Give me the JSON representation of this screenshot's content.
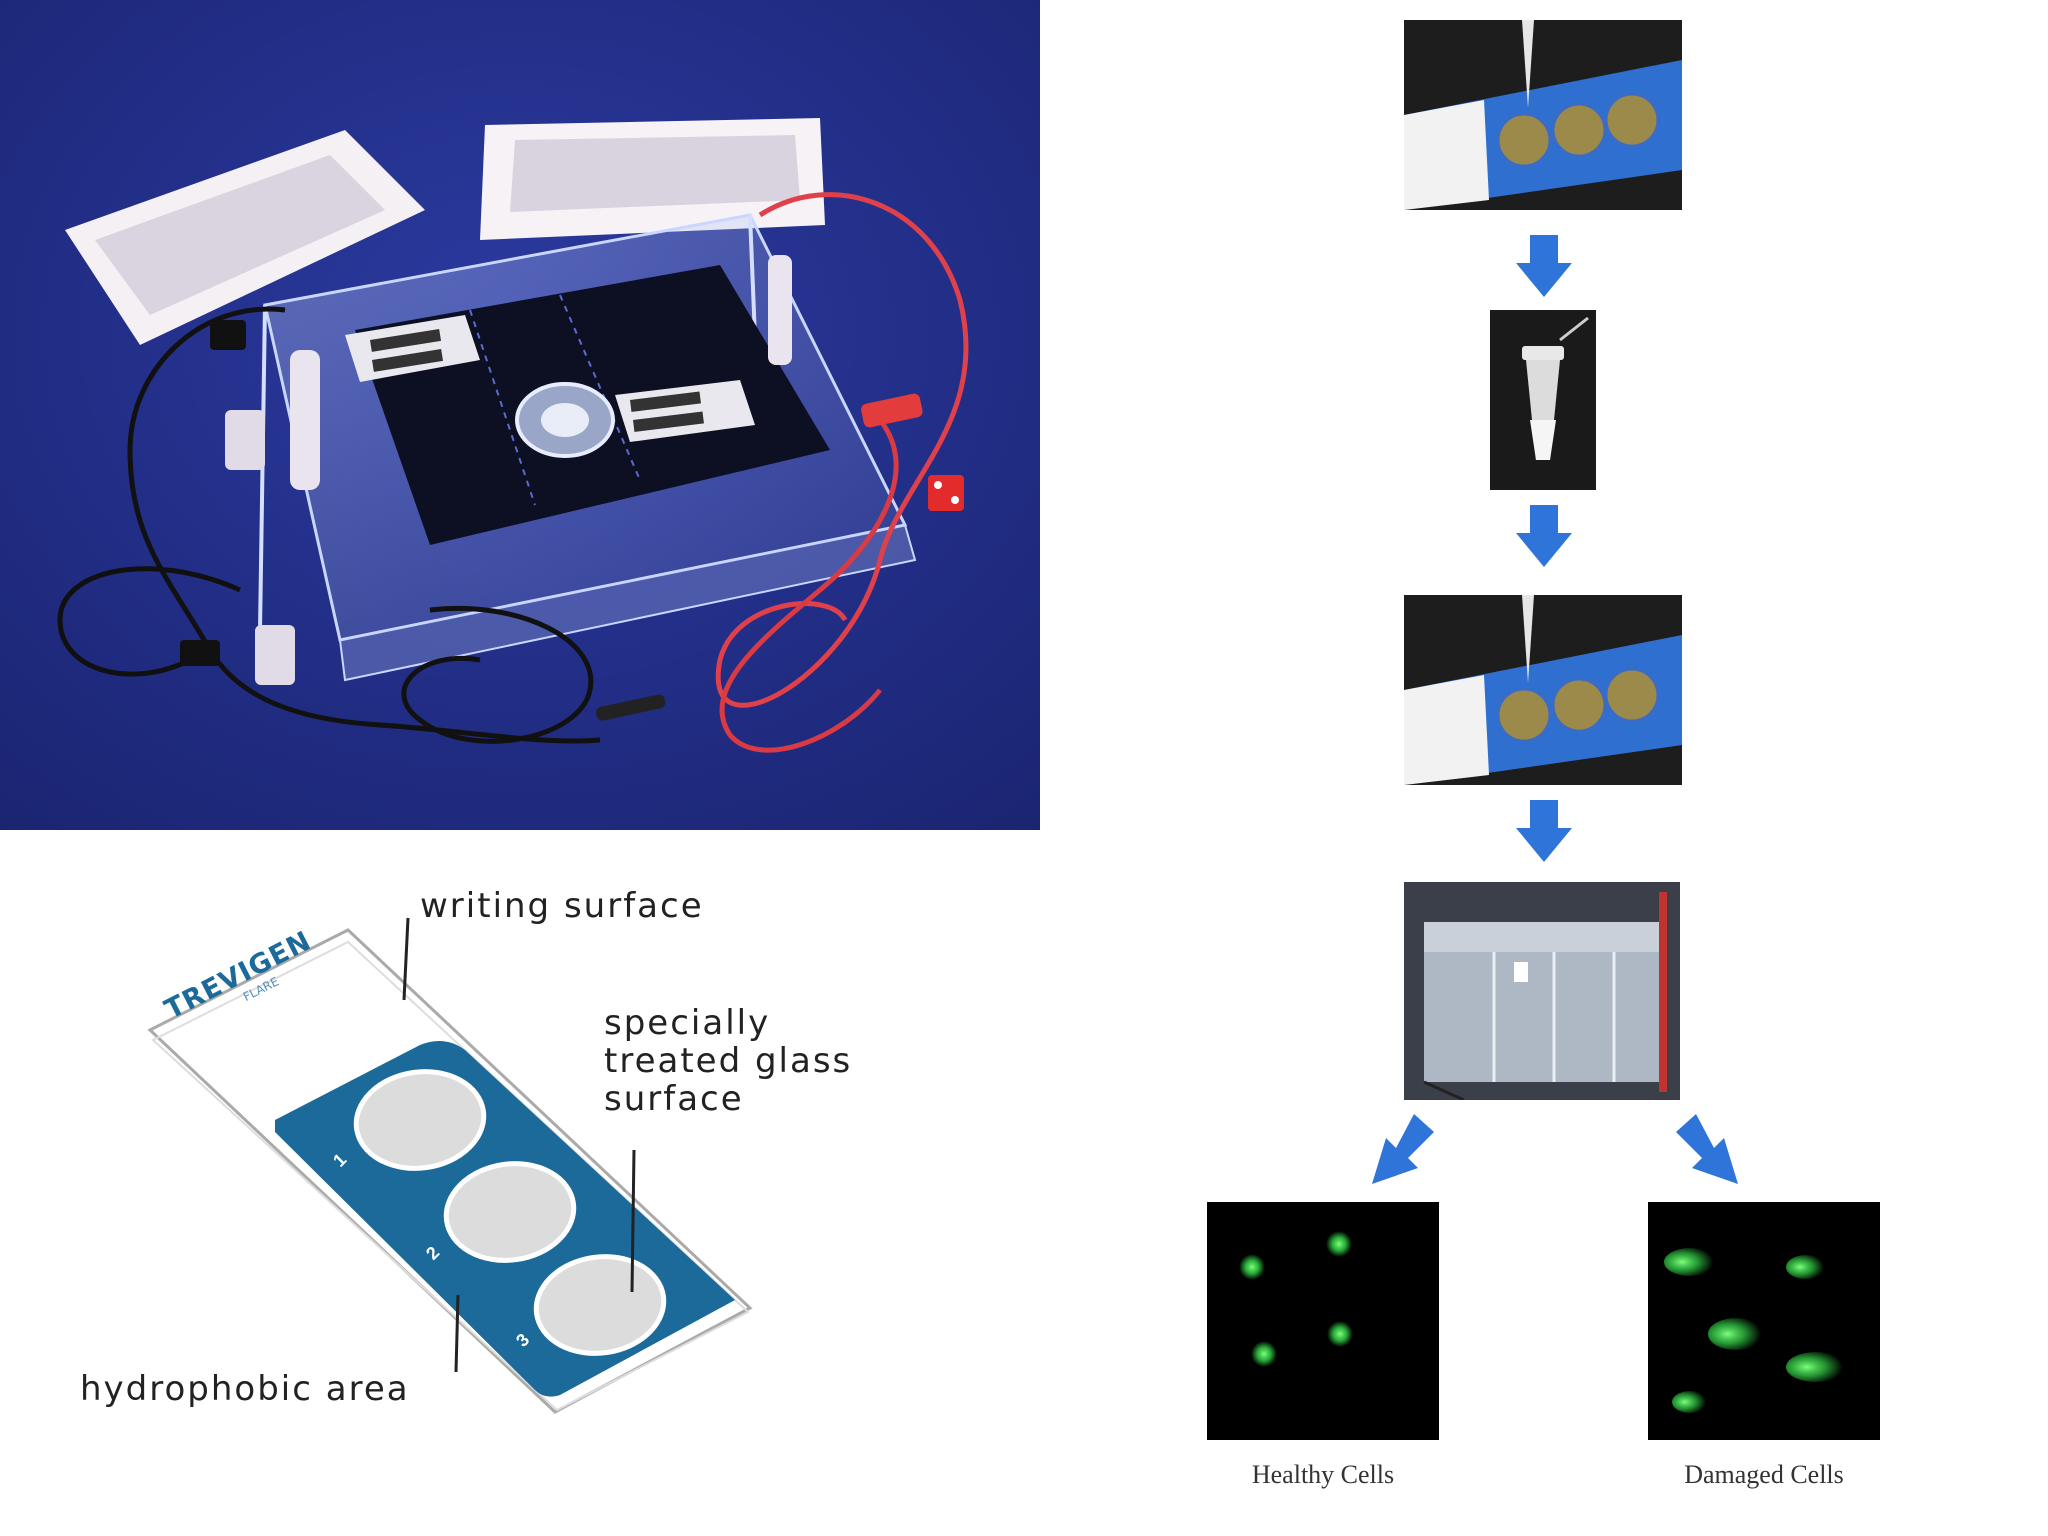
{
  "colors": {
    "photo_bg": "#22308a",
    "slide_blue": "#1c6a9a",
    "arrow_blue": "#2f74d8",
    "cell_green": "#36d94a",
    "panel_dark": "#1d1d1d"
  },
  "slide": {
    "brand": "TREVIGEN",
    "sub": "FLARE",
    "well_numbers": [
      "1",
      "2",
      "3"
    ]
  },
  "labels": {
    "writing_surface": "writing surface",
    "treated_glass": "specially\ntreated glass\nsurface",
    "hydrophobic": "hydrophobic area"
  },
  "results": {
    "healthy": "Healthy Cells",
    "damaged": "Damaged Cells"
  },
  "icons": [
    "down-arrow-icon",
    "diagonal-arrow-icon"
  ]
}
